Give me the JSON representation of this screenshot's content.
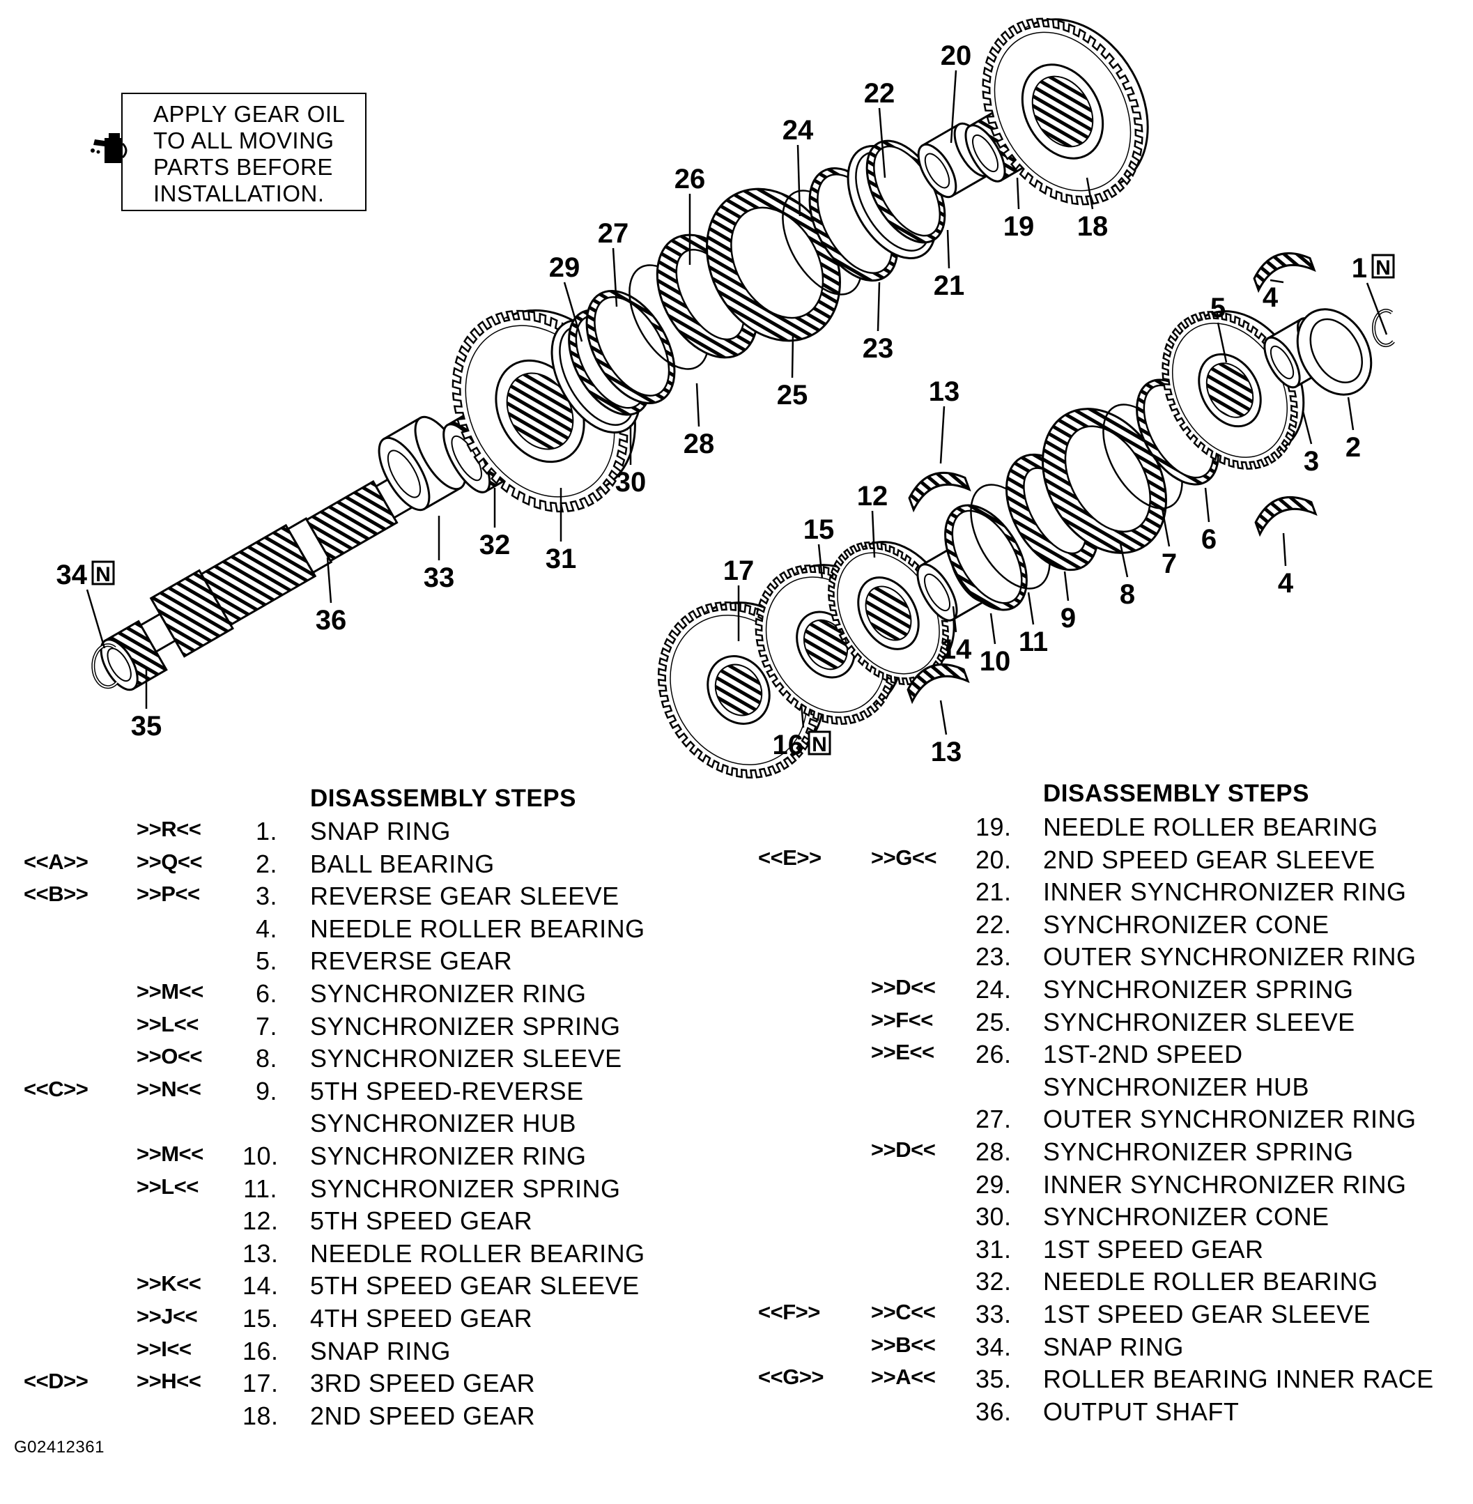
{
  "note": {
    "lines": [
      "APPLY GEAR OIL",
      "TO ALL MOVING",
      "PARTS BEFORE",
      "INSTALLATION."
    ],
    "icon": "oil-can-icon"
  },
  "callouts": [
    {
      "num": "1",
      "mark": "N"
    },
    {
      "num": "2"
    },
    {
      "num": "3"
    },
    {
      "num": "4"
    },
    {
      "num": "4"
    },
    {
      "num": "5"
    },
    {
      "num": "6"
    },
    {
      "num": "7"
    },
    {
      "num": "8"
    },
    {
      "num": "9"
    },
    {
      "num": "10"
    },
    {
      "num": "11"
    },
    {
      "num": "12"
    },
    {
      "num": "13"
    },
    {
      "num": "13"
    },
    {
      "num": "14"
    },
    {
      "num": "15"
    },
    {
      "num": "16",
      "mark": "N"
    },
    {
      "num": "17"
    },
    {
      "num": "18"
    },
    {
      "num": "19"
    },
    {
      "num": "20"
    },
    {
      "num": "21"
    },
    {
      "num": "22"
    },
    {
      "num": "23"
    },
    {
      "num": "24"
    },
    {
      "num": "25"
    },
    {
      "num": "26"
    },
    {
      "num": "27"
    },
    {
      "num": "28"
    },
    {
      "num": "29"
    },
    {
      "num": "30"
    },
    {
      "num": "31"
    },
    {
      "num": "32"
    },
    {
      "num": "33"
    },
    {
      "num": "34",
      "mark": "N"
    },
    {
      "num": "35"
    },
    {
      "num": "36"
    }
  ],
  "steps_left": {
    "heading": "DISASSEMBLY STEPS",
    "rows": [
      {
        "ref_a": "",
        "ref_b": ">>R<<",
        "num": "1.",
        "text": "SNAP RING"
      },
      {
        "ref_a": "<<A>>",
        "ref_b": ">>Q<<",
        "num": "2.",
        "text": "BALL BEARING"
      },
      {
        "ref_a": "<<B>>",
        "ref_b": ">>P<<",
        "num": "3.",
        "text": "REVERSE GEAR SLEEVE"
      },
      {
        "ref_a": "",
        "ref_b": "",
        "num": "4.",
        "text": "NEEDLE ROLLER BEARING"
      },
      {
        "ref_a": "",
        "ref_b": "",
        "num": "5.",
        "text": "REVERSE GEAR"
      },
      {
        "ref_a": "",
        "ref_b": ">>M<<",
        "num": "6.",
        "text": "SYNCHRONIZER RING"
      },
      {
        "ref_a": "",
        "ref_b": ">>L<<",
        "num": "7.",
        "text": "SYNCHRONIZER SPRING"
      },
      {
        "ref_a": "",
        "ref_b": ">>O<<",
        "num": "8.",
        "text": "SYNCHRONIZER SLEEVE"
      },
      {
        "ref_a": "<<C>>",
        "ref_b": ">>N<<",
        "num": "9.",
        "text": "5TH SPEED-REVERSE"
      },
      {
        "ref_a": "",
        "ref_b": "",
        "num": "",
        "text": "SYNCHRONIZER HUB"
      },
      {
        "ref_a": "",
        "ref_b": ">>M<<",
        "num": "10.",
        "text": "SYNCHRONIZER RING"
      },
      {
        "ref_a": "",
        "ref_b": ">>L<<",
        "num": "11.",
        "text": "SYNCHRONIZER SPRING"
      },
      {
        "ref_a": "",
        "ref_b": "",
        "num": "12.",
        "text": "5TH SPEED GEAR"
      },
      {
        "ref_a": "",
        "ref_b": "",
        "num": "13.",
        "text": "NEEDLE ROLLER BEARING"
      },
      {
        "ref_a": "",
        "ref_b": ">>K<<",
        "num": "14.",
        "text": "5TH SPEED GEAR SLEEVE"
      },
      {
        "ref_a": "",
        "ref_b": ">>J<<",
        "num": "15.",
        "text": "4TH SPEED GEAR"
      },
      {
        "ref_a": "",
        "ref_b": ">>I<<",
        "num": "16.",
        "text": "SNAP RING"
      },
      {
        "ref_a": "<<D>>",
        "ref_b": ">>H<<",
        "num": "17.",
        "text": "3RD SPEED GEAR"
      },
      {
        "ref_a": "",
        "ref_b": "",
        "num": "18.",
        "text": "2ND SPEED GEAR"
      }
    ]
  },
  "steps_right": {
    "heading": "DISASSEMBLY STEPS",
    "rows": [
      {
        "ref_a": "",
        "ref_b": "",
        "num": "19.",
        "text": "NEEDLE ROLLER BEARING"
      },
      {
        "ref_a": "<<E>>",
        "ref_b": ">>G<<",
        "num": "20.",
        "text": "2ND SPEED GEAR SLEEVE"
      },
      {
        "ref_a": "",
        "ref_b": "",
        "num": "21.",
        "text": "INNER SYNCHRONIZER RING"
      },
      {
        "ref_a": "",
        "ref_b": "",
        "num": "22.",
        "text": "SYNCHRONIZER CONE"
      },
      {
        "ref_a": "",
        "ref_b": "",
        "num": "23.",
        "text": "OUTER SYNCHRONIZER RING"
      },
      {
        "ref_a": "",
        "ref_b": ">>D<<",
        "num": "24.",
        "text": "SYNCHRONIZER SPRING"
      },
      {
        "ref_a": "",
        "ref_b": ">>F<<",
        "num": "25.",
        "text": "SYNCHRONIZER SLEEVE"
      },
      {
        "ref_a": "",
        "ref_b": ">>E<<",
        "num": "26.",
        "text": "1ST-2ND SPEED"
      },
      {
        "ref_a": "",
        "ref_b": "",
        "num": "",
        "text": "SYNCHRONIZER HUB"
      },
      {
        "ref_a": "",
        "ref_b": "",
        "num": "27.",
        "text": "OUTER SYNCHRONIZER RING"
      },
      {
        "ref_a": "",
        "ref_b": ">>D<<",
        "num": "28.",
        "text": "SYNCHRONIZER SPRING"
      },
      {
        "ref_a": "",
        "ref_b": "",
        "num": "29.",
        "text": "INNER SYNCHRONIZER RING"
      },
      {
        "ref_a": "",
        "ref_b": "",
        "num": "30.",
        "text": "SYNCHRONIZER CONE"
      },
      {
        "ref_a": "",
        "ref_b": "",
        "num": "31.",
        "text": "1ST SPEED GEAR"
      },
      {
        "ref_a": "",
        "ref_b": "",
        "num": "32.",
        "text": "NEEDLE ROLLER BEARING"
      },
      {
        "ref_a": "<<F>>",
        "ref_b": ">>C<<",
        "num": "33.",
        "text": "1ST SPEED GEAR SLEEVE"
      },
      {
        "ref_a": "",
        "ref_b": ">>B<<",
        "num": "34.",
        "text": "SNAP RING"
      },
      {
        "ref_a": "<<G>>",
        "ref_b": ">>A<<",
        "num": "35.",
        "text": "ROLLER BEARING INNER RACE"
      },
      {
        "ref_a": "",
        "ref_b": "",
        "num": "36.",
        "text": "OUTPUT SHAFT"
      }
    ]
  },
  "figure_code": "G02412361"
}
